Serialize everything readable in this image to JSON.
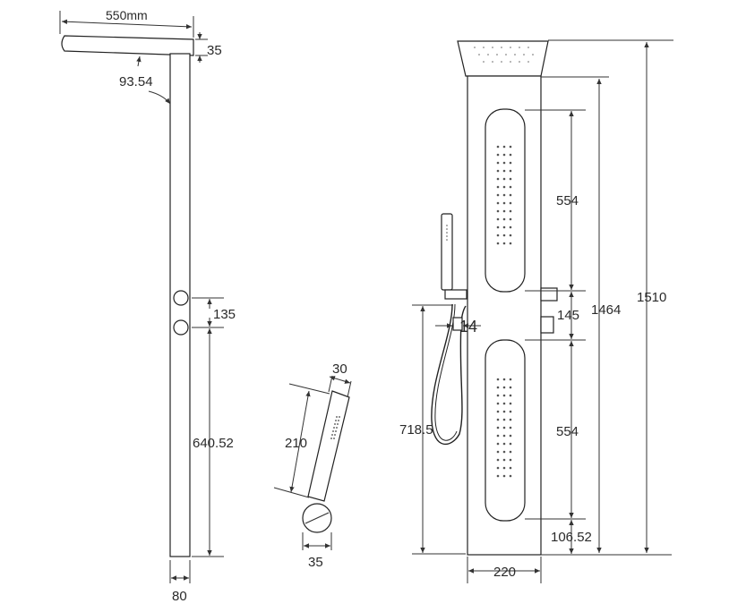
{
  "title": "",
  "dimensions": {
    "top_width": "550mm",
    "top_thickness": "35",
    "top_angle": "93.54",
    "control_spacing": "135",
    "control_height": "640.52",
    "column_width": "80",
    "handshower_width": "30",
    "handshower_length": "210",
    "handshower_base": "35",
    "hose_offset": "14",
    "hose_height": "718.5",
    "upper_jet_height": "554",
    "middle_spacing": "145",
    "lower_jet_height": "554",
    "bottom_offset": "106.52",
    "panel_height": "1464",
    "total_height": "1510",
    "panel_width": "220"
  },
  "colors": {
    "line": "#222222",
    "background": "#ffffff"
  }
}
